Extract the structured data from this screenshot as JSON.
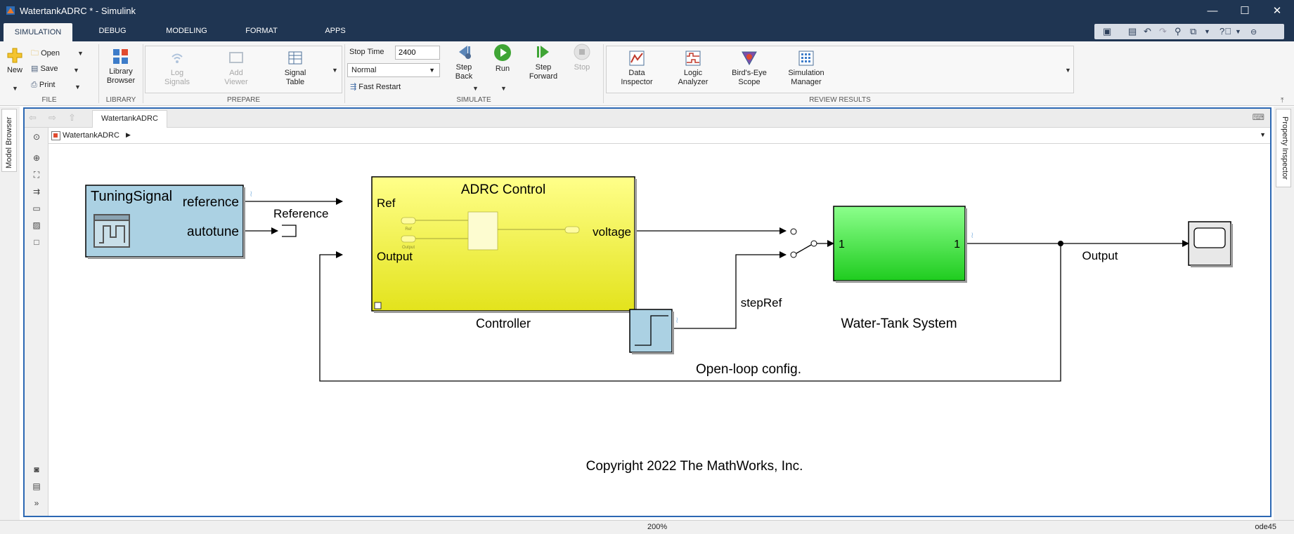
{
  "window": {
    "title": "WatertankADRC * - Simulink",
    "controls": {
      "minimize": "—",
      "maximize": "☐",
      "close": "✕"
    }
  },
  "tabs": [
    "SIMULATION",
    "DEBUG",
    "MODELING",
    "FORMAT",
    "APPS"
  ],
  "ribbon": {
    "file": {
      "new": "New",
      "open": "Open",
      "save": "Save",
      "print": "Print",
      "label": "FILE"
    },
    "library": {
      "browser_line1": "Library",
      "browser_line2": "Browser",
      "label": "LIBRARY"
    },
    "prepare": {
      "log_signals_1": "Log",
      "log_signals_2": "Signals",
      "add_viewer_1": "Add",
      "add_viewer_2": "Viewer",
      "signal_table_1": "Signal",
      "signal_table_2": "Table",
      "label": "PREPARE"
    },
    "simulate": {
      "stop_time_label": "Stop Time",
      "stop_time_value": "2400",
      "mode": "Normal",
      "fast_restart": "Fast Restart",
      "step_back_1": "Step",
      "step_back_2": "Back",
      "run": "Run",
      "step_forward_1": "Step",
      "step_forward_2": "Forward",
      "stop": "Stop",
      "label": "SIMULATE"
    },
    "review": {
      "data_inspector_1": "Data",
      "data_inspector_2": "Inspector",
      "logic_analyzer_1": "Logic",
      "logic_analyzer_2": "Analyzer",
      "birds_eye_1": "Bird's-Eye",
      "birds_eye_2": "Scope",
      "sim_manager_1": "Simulation",
      "sim_manager_2": "Manager",
      "label": "REVIEW RESULTS"
    }
  },
  "side": {
    "model_browser": "Model Browser",
    "property_inspector": "Property Inspector"
  },
  "editor": {
    "tab": "WatertankADRC",
    "breadcrumb": "WatertankADRC"
  },
  "diagram": {
    "tuning": {
      "title": "TuningSignal",
      "port_reference": "reference",
      "port_autotune": "autotune"
    },
    "reference_label": "Reference",
    "controller": {
      "title": "ADRC Control",
      "in_ref": "Ref",
      "in_output": "Output",
      "out_voltage": "voltage",
      "mini_ref": "Ref",
      "mini_output": "Output",
      "name": "Controller"
    },
    "step_ref_label": "stepRef",
    "openloop_label": "Open-loop config.",
    "plant": {
      "in_port": "1",
      "out_port": "1",
      "name": "Water-Tank System"
    },
    "output_label": "Output",
    "copyright": "Copyright 2022 The MathWorks, Inc."
  },
  "status": {
    "zoom": "200%",
    "solver": "ode45"
  },
  "colors": {
    "titlebar": "#1f3552",
    "accent": "#2c68b3",
    "tuning_block": "#a9cfe0",
    "controller_block": "#f1f14b",
    "plant_block": "#3fd23f",
    "scope_block": "#e6e6e6"
  }
}
